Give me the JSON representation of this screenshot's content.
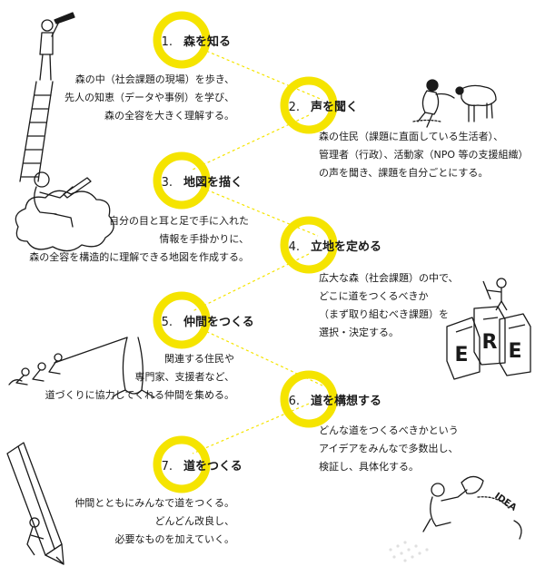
{
  "colors": {
    "accent": "#f5e400",
    "ink": "#1a1a1a",
    "connector": "#f5e400"
  },
  "steps": [
    {
      "num": "1.",
      "title": "森を知る",
      "lines": [
        "森の中（社会課題の現場）を歩き、",
        "先人の知恵（データや事例）を学び、",
        "森の全容を大きく理解する。"
      ]
    },
    {
      "num": "2.",
      "title": "声を聞く",
      "lines": [
        "森の住民（課題に直面している生活者）、",
        "管理者（行政）、活動家（NPO 等の支援組織）",
        "の声を聞き、課題を自分ごとにする。"
      ]
    },
    {
      "num": "3.",
      "title": "地図を描く",
      "lines": [
        "自分の目と耳と足で手に入れた",
        "情報を手掛かりに、",
        "森の全容を構造的に理解できる地図を作成する。"
      ]
    },
    {
      "num": "4.",
      "title": "立地を定める",
      "lines": [
        "広大な森（社会課題）の中で、",
        "どこに道をつくるべきか",
        "（まず取り組むべき課題）を",
        "選択・決定する。"
      ]
    },
    {
      "num": "5.",
      "title": "仲間をつくる",
      "lines": [
        "関連する住民や",
        "専門家、支援者など、",
        "道づくりに協力してくれる仲間を集める。"
      ]
    },
    {
      "num": "6.",
      "title": "道を構想する",
      "lines": [
        "どんな道をつくるべきかという",
        "アイデアをみんなで多数出し、",
        "検証し、具体化する。"
      ]
    },
    {
      "num": "7.",
      "title": "道をつくる",
      "lines": [
        "仲間とともにみんなで道をつくる。",
        "どんどん改良し、",
        "必要なものを加えていく。"
      ]
    }
  ],
  "illustrations": {
    "idea_label": "IDEA",
    "sign_letters": [
      "E",
      "R",
      "E"
    ]
  }
}
